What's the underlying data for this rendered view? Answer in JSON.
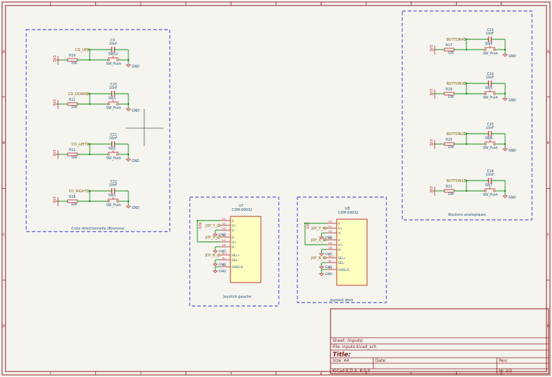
{
  "frame": {
    "col_labels": [
      "1",
      "2",
      "3",
      "4",
      "5",
      "6"
    ],
    "row_labels": [
      "A",
      "B",
      "C",
      "D"
    ]
  },
  "colors": {
    "frame": "#8b1a1a",
    "wire": "#0a8a0a",
    "component": "#b22222",
    "ref": "#205070",
    "label": "#7a5a00",
    "group_border": "#2a2ad0",
    "ic_fill": "#ffffc0",
    "pin_text": "#1a4f9e"
  },
  "groups": {
    "dpad": {
      "title": "Croix directionnelle (Boutons)",
      "rows": [
        {
          "label": "CD_UP",
          "cap_ref": "C9",
          "cap_val": "10nF",
          "sw_ref": "SW12",
          "res_ref": "R19",
          "res_val": "10k",
          "sw_val": "SW_Push",
          "supply": "3V3",
          "gnd": "GND"
        },
        {
          "label": "CD_DOWN",
          "cap_ref": "C20",
          "cap_val": "10nF",
          "sw_ref": "SW1",
          "res_ref": "R11",
          "res_val": "10k",
          "sw_val": "SW_Push",
          "supply": "3V3",
          "gnd": "GND"
        },
        {
          "label": "CD_LEFT",
          "cap_ref": "C21",
          "cap_val": "10nF",
          "sw_ref": "SW2",
          "res_ref": "R12",
          "res_val": "10k",
          "sw_val": "SW_Push",
          "supply": "3V3",
          "gnd": "GND"
        },
        {
          "label": "CD_RIGHT",
          "cap_ref": "C22",
          "cap_val": "10nF",
          "sw_ref": "SW3",
          "res_ref": "R18",
          "res_val": "10k",
          "sw_val": "SW_Push",
          "supply": "3V3",
          "gnd": "GND"
        }
      ]
    },
    "analog": {
      "title": "Boutons analogiques",
      "rows": [
        {
          "label": "BUTTON4",
          "cap_ref": "C23",
          "cap_val": "10nF",
          "sw_ref": "SW4",
          "res_ref": "R17",
          "res_val": "10k",
          "sw_val": "SW_Push",
          "supply": "3V3",
          "gnd": "GND"
        },
        {
          "label": "BUTTON3",
          "cap_ref": "C24",
          "cap_val": "10nF",
          "sw_ref": "SW5",
          "res_ref": "R18",
          "res_val": "10k",
          "sw_val": "SW_Push",
          "supply": "3V3",
          "gnd": "GND"
        },
        {
          "label": "BUTTON2",
          "cap_ref": "C25",
          "cap_val": "10nF",
          "sw_ref": "SW6",
          "res_ref": "R20",
          "res_val": "10k",
          "sw_val": "SW_Push",
          "supply": "3V3",
          "gnd": "GND"
        },
        {
          "label": "BUTTON1",
          "cap_ref": "C26",
          "cap_val": "10nF",
          "sw_ref": "SW7",
          "res_ref": "R21",
          "res_val": "10k",
          "sw_val": "SW_Push",
          "supply": "3V3",
          "gnd": "GND"
        }
      ]
    },
    "joy_left": {
      "title": "Joystick gauche",
      "ref": "U7",
      "value": "COM-09032",
      "supply": "3V3",
      "pins": [
        "V",
        "V+",
        "V-",
        "H",
        "H+",
        "H-",
        "SEL+",
        "SEL-",
        "SHIELD"
      ],
      "pin_nums": [
        "V2",
        "V1",
        "V3",
        "H2",
        "H1",
        "H3",
        "SL+",
        "SL-",
        "SH"
      ],
      "net_labels": [
        "JOY_Y_L",
        "JOY_X_L",
        "JOY_B_L"
      ],
      "gnd": "GND"
    },
    "joy_right": {
      "title": "Joystick droit",
      "ref": "U8",
      "value": "COM-09032",
      "supply": "3V3",
      "pins": [
        "V",
        "V+",
        "V-",
        "H",
        "H+",
        "H-",
        "SEL+",
        "SEL-",
        "SHIELD"
      ],
      "pin_nums": [
        "V2",
        "V1",
        "V3",
        "H2",
        "H1",
        "H3",
        "SL+",
        "SL-",
        "SH"
      ],
      "net_labels": [
        "JOY_Y_R",
        "JOY_X_R",
        "JOY_B_R"
      ],
      "gnd": "GND"
    }
  },
  "title_block": {
    "sheet": "Sheet: /inputs/",
    "file": "File: inputs.kicad_sch",
    "title_label": "Title:",
    "size_label": "Size: A4",
    "date_label": "Date:",
    "rev_label": "Rev:",
    "tool": "KiCad E.D.A. 8.0.0",
    "id": "Id: 2/2"
  }
}
